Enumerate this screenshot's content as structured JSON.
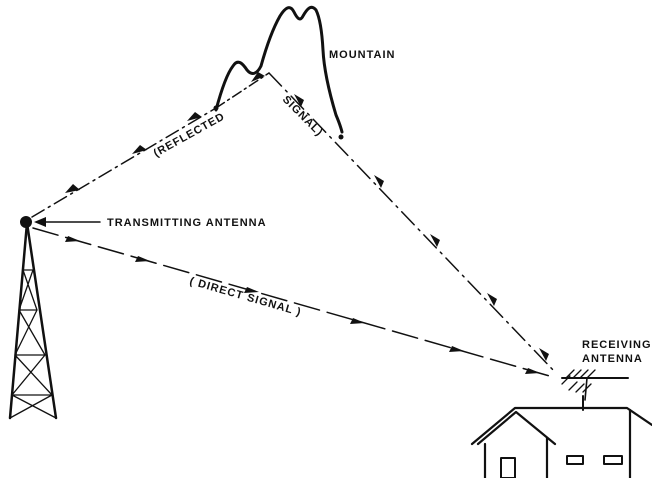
{
  "labels": {
    "mountain": "MOUNTAIN",
    "reflected": "(REFLECTED",
    "signal": "SIGNAL)",
    "transmitting": "TRANSMITTING ANTENNA",
    "direct": "( DIRECT SIGNAL )",
    "receiving_line1": "RECEIVING",
    "receiving_line2": "ANTENNA"
  }
}
